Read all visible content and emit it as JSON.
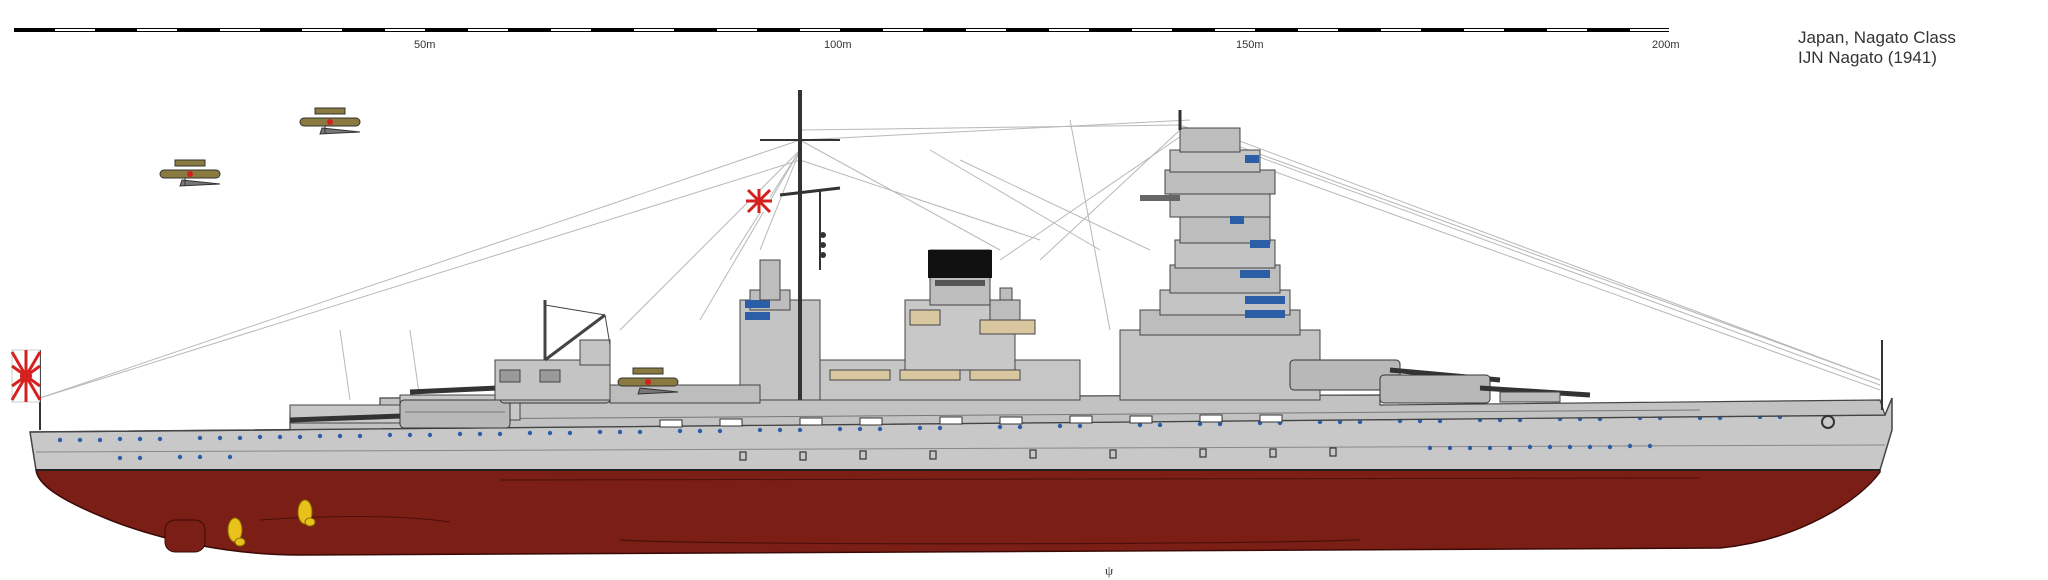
{
  "caption": {
    "line1": "Japan, Nagato Class",
    "line2": "IJN Nagato (1941)"
  },
  "scale_bar": {
    "labels": [
      "50m",
      "100m",
      "150m",
      "200m"
    ]
  },
  "colors": {
    "hull_below_waterline": "#7a1e16",
    "hull_above_waterline": "#c8c8c8",
    "superstructure": "#bdbdbd",
    "deck_wood": "#d9c7a0",
    "window_blue": "#2a5fa8",
    "rigging": "#b0b0b0",
    "propeller": "#e8c21a"
  },
  "icons": [
    "scale-bar",
    "battleship-profile",
    "floatplane-icon",
    "rising-sun-ensign-icon",
    "propeller-icon"
  ]
}
